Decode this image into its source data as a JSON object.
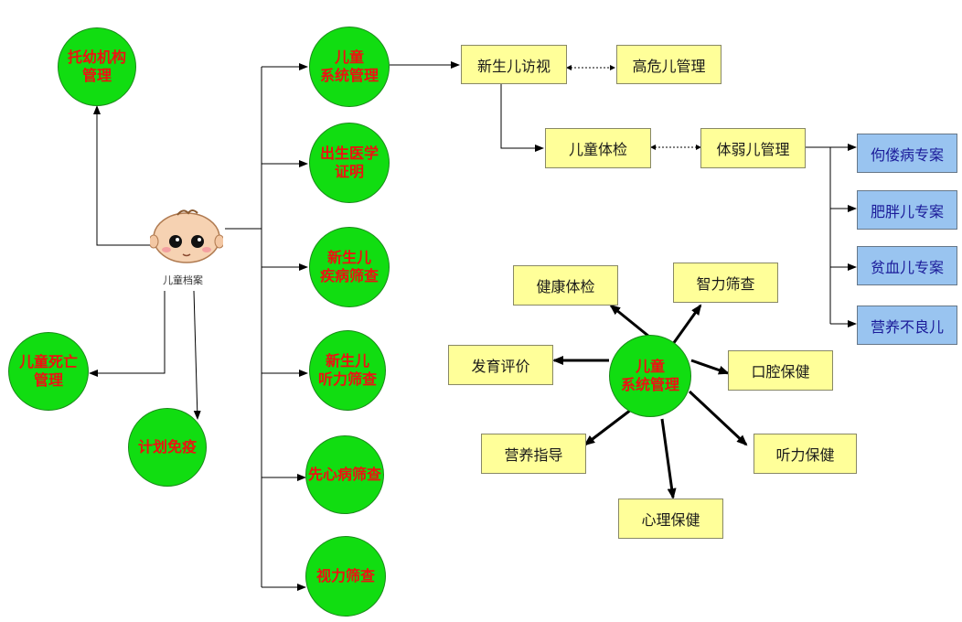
{
  "root": {
    "label": "儿童档案"
  },
  "left_circles": {
    "tuoyou": "托幼机构\n管理",
    "siwang": "儿童死亡\n管理",
    "mianyi": "计划免疫"
  },
  "right_circles": {
    "xitong": "儿童\n系统管理",
    "chusheng": "出生医学\n证明",
    "jibing": "新生儿\n疾病筛查",
    "tingli": "新生儿\n听力筛查",
    "xinzang": "先心病筛查",
    "shili": "视力筛查"
  },
  "flow_boxes": {
    "fangshi": "新生儿访视",
    "gaowei": "高危儿管理",
    "tijian": "儿童体检",
    "tiruo": "体弱儿管理"
  },
  "special_cases": {
    "goulou": "佝偻病专案",
    "feipang": "肥胖儿专案",
    "pinxue": "贫血儿专案",
    "yingyang": "营养不良儿"
  },
  "hub": {
    "center": "儿童\n系统管理",
    "jiankang": "健康体检",
    "zhili": "智力筛查",
    "fayu": "发育评价",
    "kouqiang": "口腔保健",
    "yingyangzhidao": "营养指导",
    "tingli": "听力保健",
    "xinli": "心理保健"
  },
  "colors": {
    "circle_fill": "#11dd11",
    "circle_text": "#ee1111",
    "box_fill": "#ffff99",
    "blue_box_fill": "#99c4f0",
    "blue_box_text": "#1a1a99"
  }
}
